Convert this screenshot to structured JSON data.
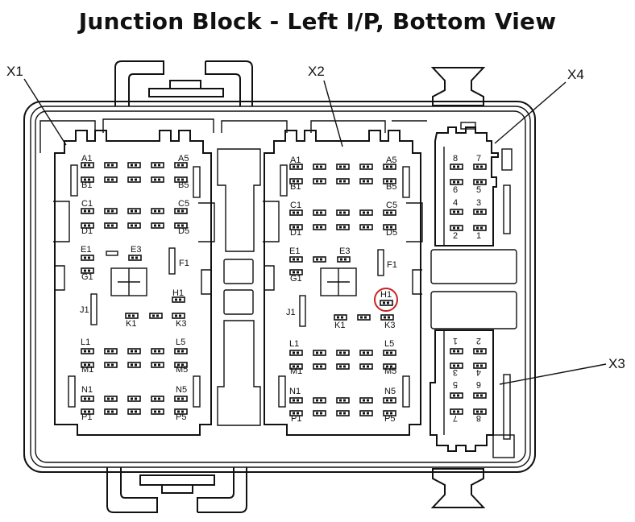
{
  "title": "Junction Block - Left I/P, Bottom View",
  "connectors": {
    "x1": {
      "label": "X1",
      "rows": [
        {
          "left": "A1",
          "right": "A5"
        },
        {
          "left": "B1",
          "right": "B5"
        },
        {
          "left": "C1",
          "right": "C5"
        },
        {
          "left": "D1",
          "right": "D5"
        }
      ],
      "e1": "E1",
      "e3": "E3",
      "f1": "F1",
      "g1": "G1",
      "h1": "H1",
      "j1": "J1",
      "k1": "K1",
      "k3": "K3",
      "rows2": [
        {
          "left": "L1",
          "right": "L5"
        },
        {
          "left": "M1",
          "right": "M5"
        },
        {
          "left": "N1",
          "right": "N5"
        },
        {
          "left": "P1",
          "right": "P5"
        }
      ]
    },
    "x2": {
      "label": "X2",
      "rows": [
        {
          "left": "A1",
          "right": "A5"
        },
        {
          "left": "B1",
          "right": "B5"
        },
        {
          "left": "C1",
          "right": "C5"
        },
        {
          "left": "D1",
          "right": "D5"
        }
      ],
      "e1": "E1",
      "e3": "E3",
      "f1": "F1",
      "g1": "G1",
      "h1": "H1",
      "j1": "J1",
      "k1": "K1",
      "k3": "K3",
      "rows2": [
        {
          "left": "L1",
          "right": "L5"
        },
        {
          "left": "M1",
          "right": "M5"
        },
        {
          "left": "N1",
          "right": "N5"
        },
        {
          "left": "P1",
          "right": "P5"
        }
      ],
      "highlight": {
        "pin": "H1",
        "color": "#cc2222"
      }
    },
    "x3": {
      "label": "X3",
      "pins": [
        "1",
        "2",
        "3",
        "4",
        "5",
        "6",
        "7",
        "8"
      ]
    },
    "x4": {
      "label": "X4",
      "pins": [
        "8",
        "7",
        "6",
        "5",
        "4",
        "3",
        "2",
        "1"
      ]
    }
  }
}
